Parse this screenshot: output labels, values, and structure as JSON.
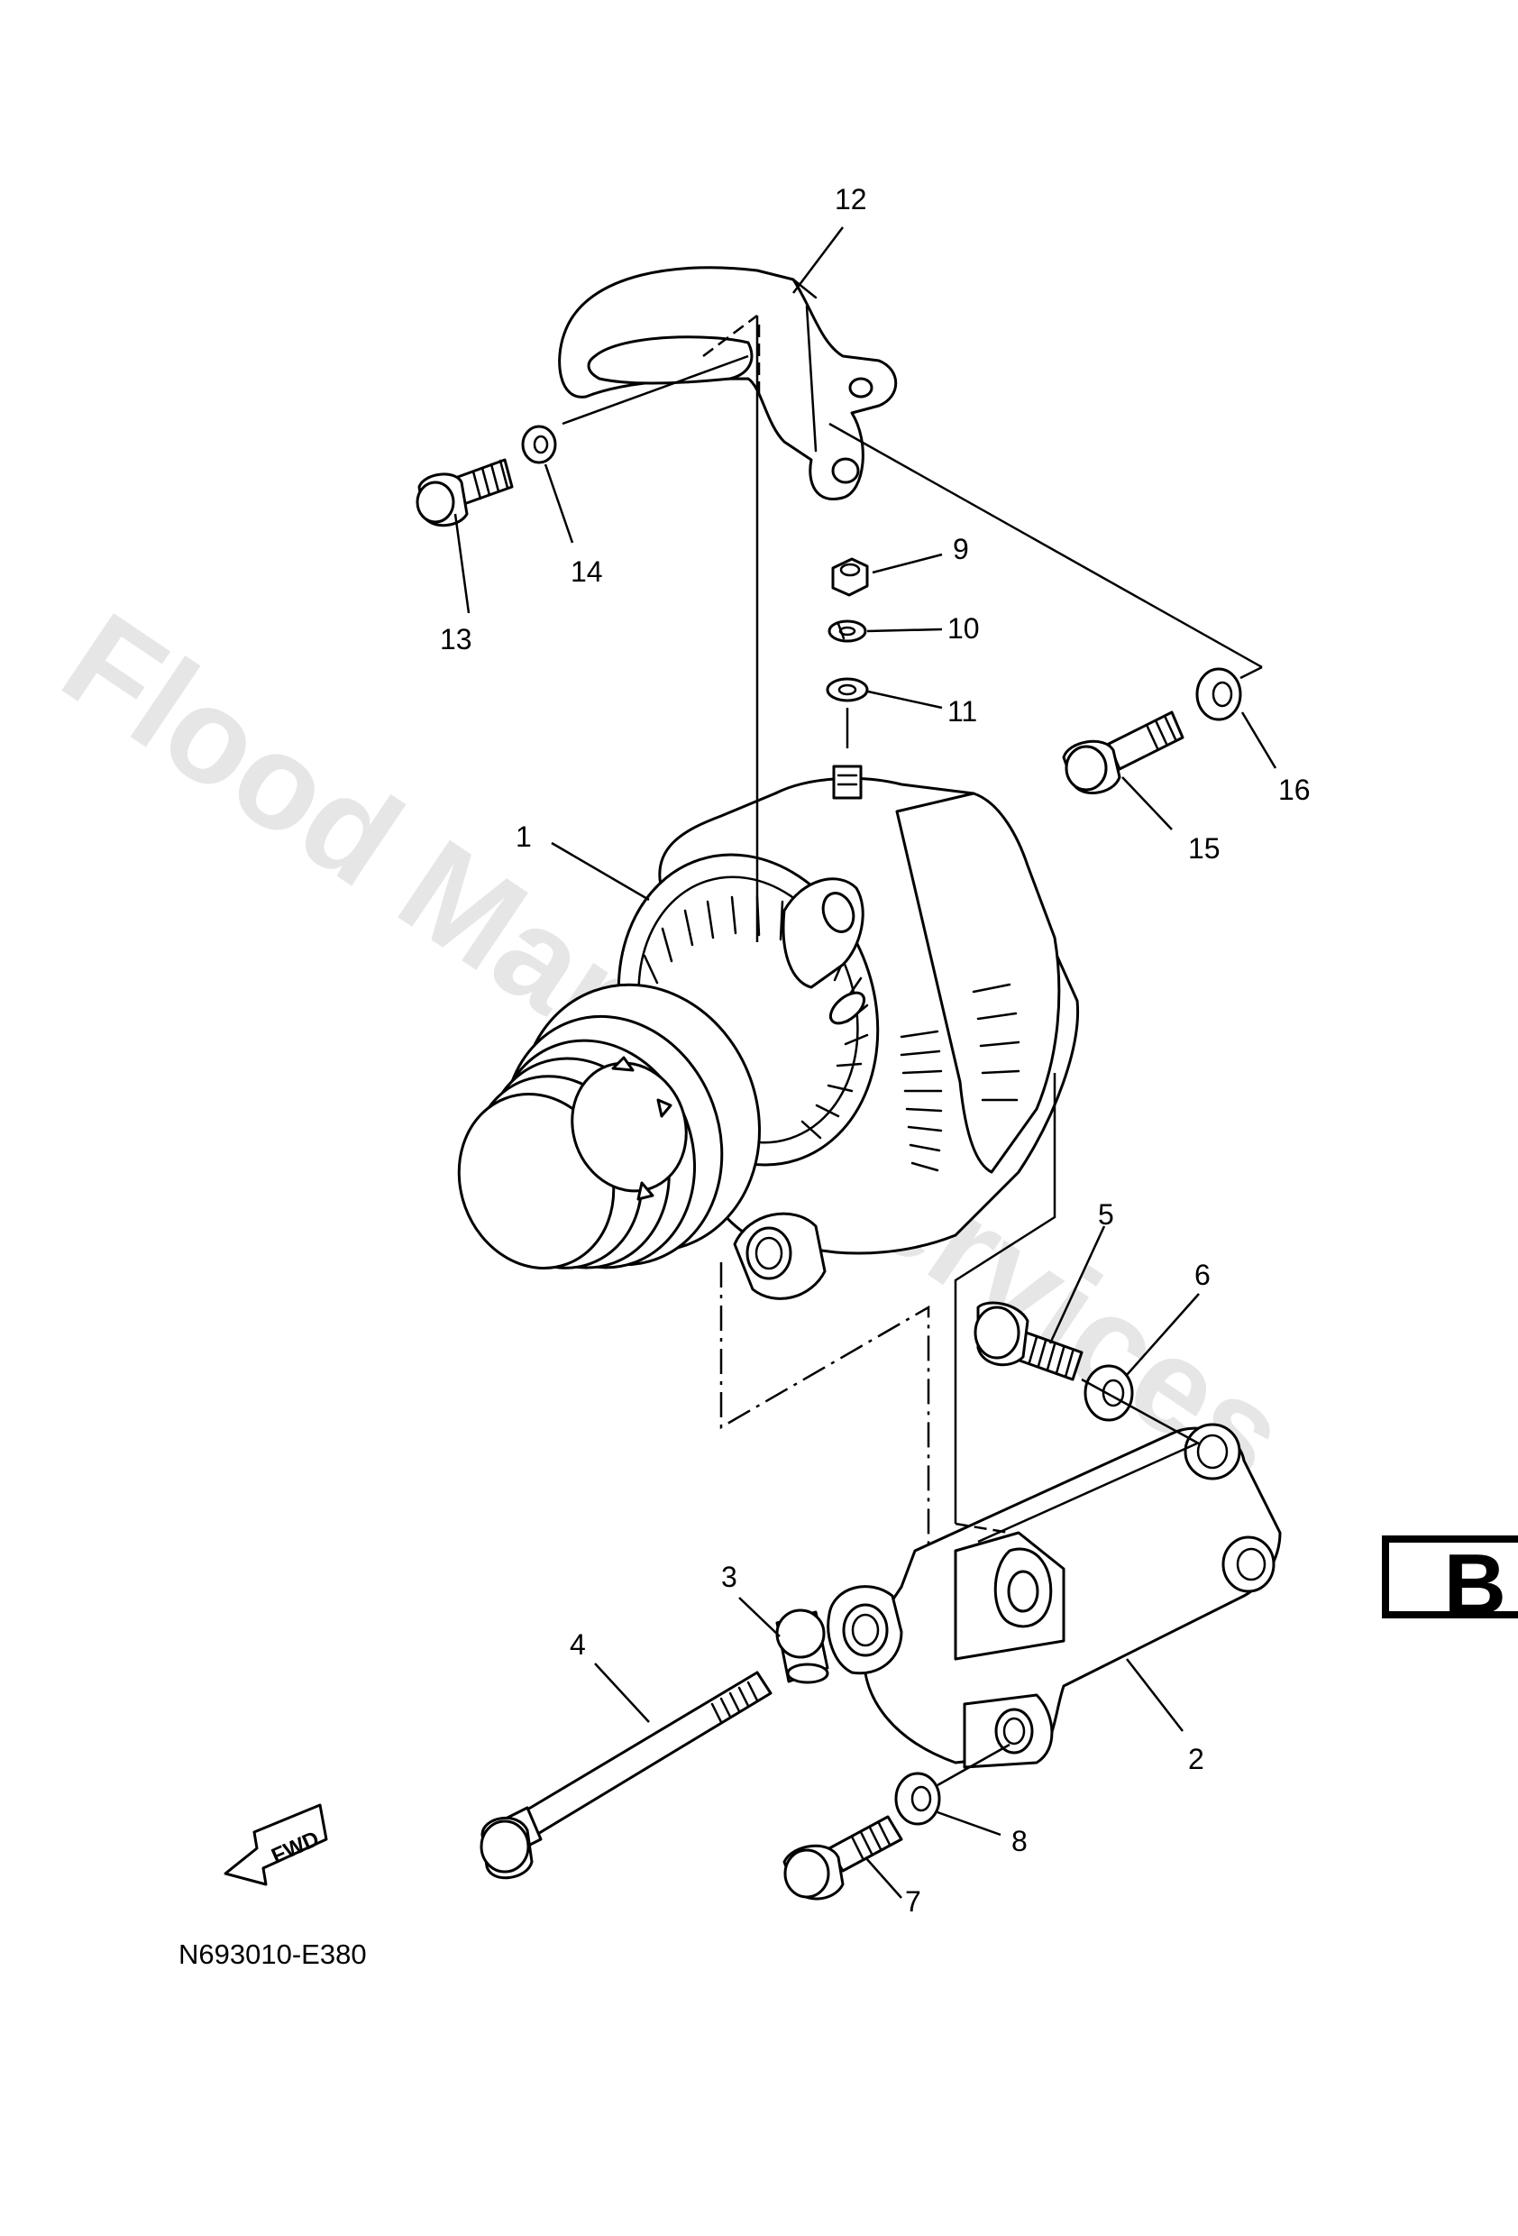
{
  "watermark": "Flood Marine Services",
  "diagram_code": "N693010-E380",
  "page_letter": "B",
  "fwd_label": "FWD",
  "callouts": {
    "c1": "1",
    "c2": "2",
    "c3": "3",
    "c4": "4",
    "c5": "5",
    "c6": "6",
    "c7": "7",
    "c8": "8",
    "c9": "9",
    "c10": "10",
    "c11": "11",
    "c12": "12",
    "c13": "13",
    "c14": "14",
    "c15": "15",
    "c16": "16"
  }
}
